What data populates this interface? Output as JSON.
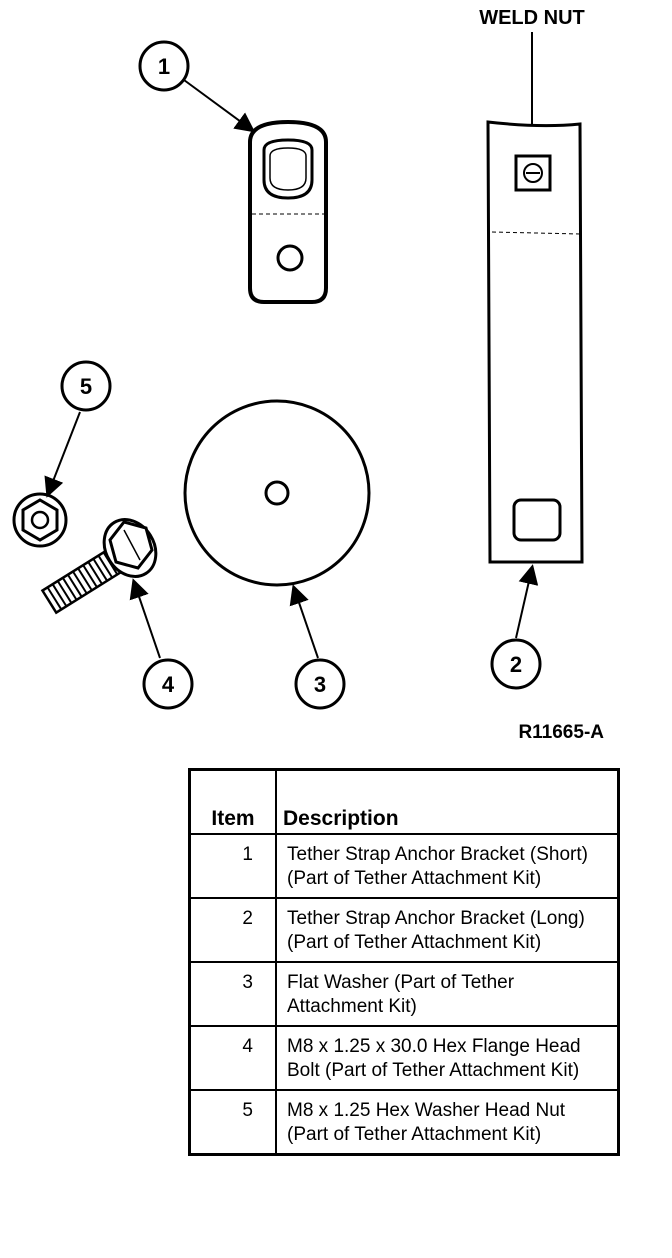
{
  "diagram": {
    "weld_nut_label": "WELD NUT",
    "figure_code": "R11665-A",
    "callouts": [
      "1",
      "2",
      "3",
      "4",
      "5"
    ]
  },
  "table": {
    "headers": [
      "Item",
      "Description"
    ],
    "rows": [
      {
        "item": "1",
        "description": "Tether Strap Anchor Bracket (Short)(Part of Tether Attachment Kit)"
      },
      {
        "item": "2",
        "description": "Tether Strap Anchor Bracket (Long)(Part of Tether Attachment Kit)"
      },
      {
        "item": "3",
        "description": "Flat Washer (Part of Tether Attachment Kit)"
      },
      {
        "item": "4",
        "description": "M8 x 1.25 x 30.0 Hex Flange Head Bolt (Part of Tether Attachment Kit)"
      },
      {
        "item": "5",
        "description": "M8 x 1.25 Hex Washer Head Nut (Part of Tether Attachment Kit)"
      }
    ]
  }
}
